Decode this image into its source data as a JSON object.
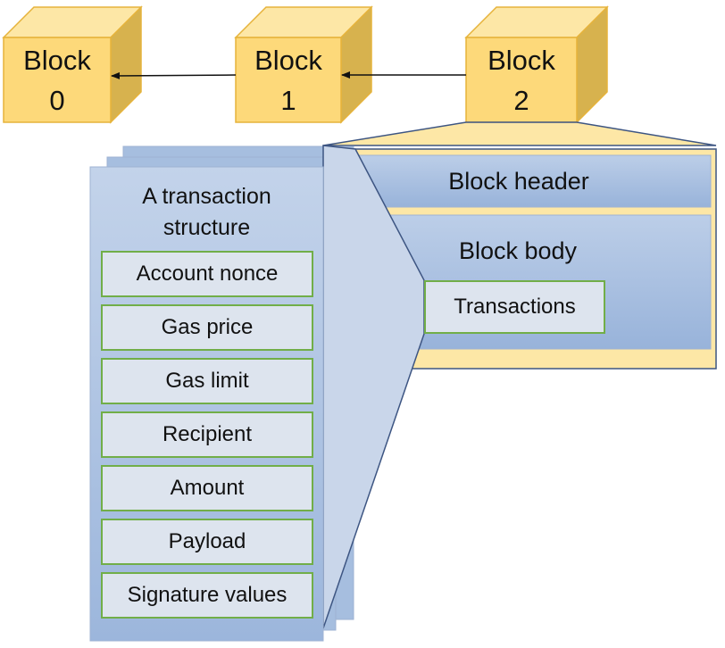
{
  "blocks": [
    {
      "word": "Block",
      "number": "0"
    },
    {
      "word": "Block",
      "number": "1"
    },
    {
      "word": "Block",
      "number": "2"
    }
  ],
  "block_detail": {
    "header": "Block header",
    "body": "Block body",
    "transactions": "Transactions"
  },
  "transaction": {
    "title_line1": "A transaction",
    "title_line2": "structure",
    "fields": [
      "Account nonce",
      "Gas price",
      "Gas limit",
      "Recipient",
      "Amount",
      "Payload",
      "Signature values"
    ]
  },
  "colors": {
    "block_front": "#fdd97a",
    "block_top": "#fde7a6",
    "block_side": "#d7b24e",
    "block_border": "#e6b33b",
    "panel_blue": "#a6bedf",
    "panel_light": "#c9d6ea",
    "field_fill": "#dde4ee",
    "field_border": "#71ae48",
    "outline_dark": "#3d5582"
  }
}
